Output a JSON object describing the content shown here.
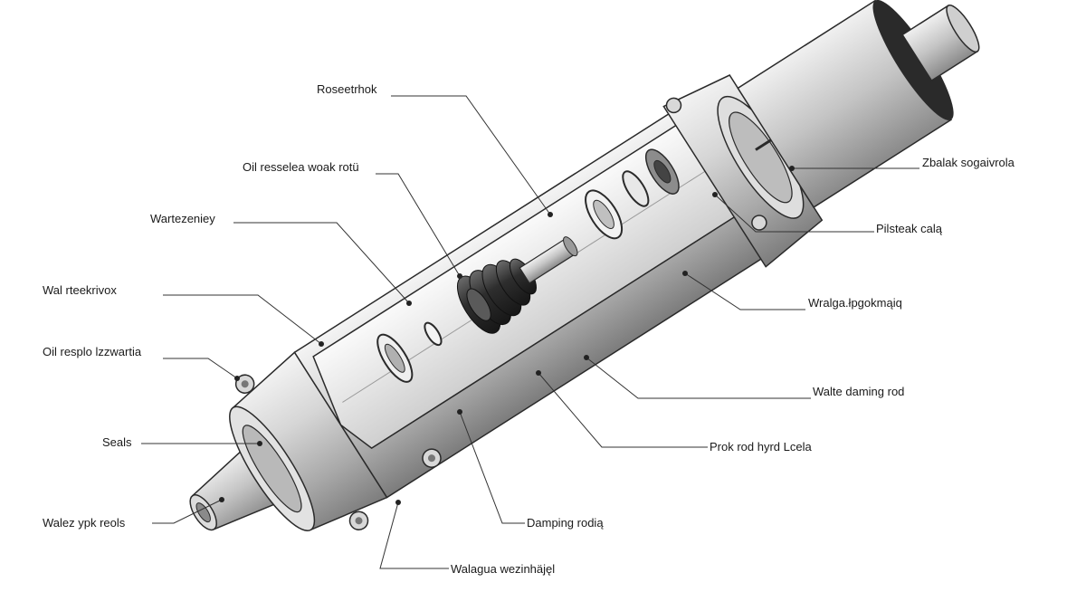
{
  "diagram": {
    "labels": {
      "rosetrhok": "Roseetrhok",
      "oil_resselea": "Oil resselea woak rotü",
      "wartezeniey": "Wartezeniey",
      "wal_rteekrivox": "Wal rteekrivox",
      "oil_resplo": "Oil resplo lzzwartiа",
      "seals": "Seals",
      "walez_ypk": "Walez ypk reols",
      "walagua": "Walagua wezinhäjęl",
      "damping_rodia": "Damping rodią",
      "prok_rod": "Prok rod hyrd Lcela",
      "walte_damping": "Walte daming rod",
      "wralga": "Wralga.łpgokmąiq",
      "pilsteak": "Pilsteak calą",
      "zbalak": "Zbalak sogaivrola"
    }
  }
}
